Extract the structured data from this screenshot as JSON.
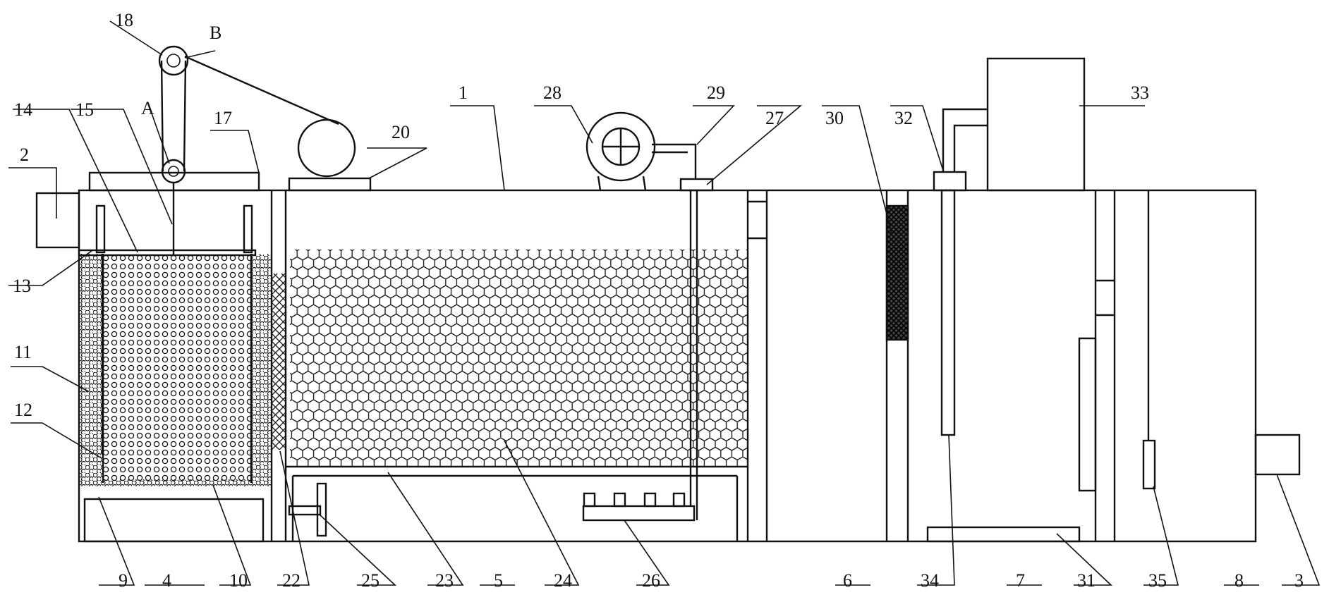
{
  "diagram": {
    "callouts": {
      "c1": "1",
      "c2": "2",
      "c3": "3",
      "c4": "4",
      "c5": "5",
      "c6": "6",
      "c7": "7",
      "c8": "8",
      "c9": "9",
      "c10": "10",
      "c11": "11",
      "c12": "12",
      "c13": "13",
      "c14": "14",
      "c15": "15",
      "c17": "17",
      "c18": "18",
      "c20": "20",
      "c22": "22",
      "c23": "23",
      "c24": "24",
      "c25": "25",
      "c26": "26",
      "c27": "27",
      "c28": "28",
      "c29": "29",
      "c30": "30",
      "c31": "31",
      "c32": "32",
      "c33": "33",
      "c34": "34",
      "c35": "35",
      "cA": "A",
      "cB": "B"
    }
  }
}
